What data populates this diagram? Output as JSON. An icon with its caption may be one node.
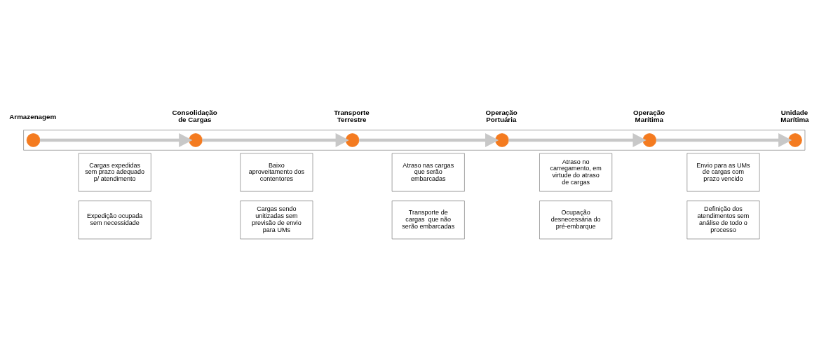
{
  "diagram": {
    "nodes": [
      {
        "text": [
          "Cargas expedidas sem prazo adequado p/ atendimento"
        ]
      },
      {
        "text": [
          "Baixo aproveitamento dos contentores"
        ]
      },
      {
        "text": [
          "Atraso nas cargas que serão embarcadas"
        ]
      },
      {
        "text": [
          "Atraso no carregamento, em virtude do atraso de cargas"
        ]
      },
      {
        "text": [
          "Envio para as UMs de cargas com prazo vencido"
        ]
      },
      {
        "text": [],
        "shape": "box"
      },
      {
        "text": [],
        "shape": "circle",
        "in": 5,
        "beside": [
          "Armazenagem"
        ]
      },
      {
        "text": [],
        "shape": "circle",
        "in": 5,
        "beside": [
          "Consolidação de Cargas"
        ]
      },
      {
        "text": [],
        "shape": "circle",
        "in": 5,
        "beside": [
          "Transporte Terrestre"
        ]
      },
      {
        "text": [],
        "shape": "circle",
        "in": 5,
        "beside": [
          "Operação Portuária"
        ]
      },
      {
        "text": [],
        "shape": "circle",
        "in": 5,
        "beside": [
          "Operação Marítima"
        ]
      },
      {
        "text": [],
        "shape": "circle",
        "in": 5,
        "beside": [
          "Unidade Marítima"
        ]
      },
      {
        "text": [
          "Expedição ocupada sem necessidade"
        ]
      },
      {
        "text": [
          "Cargas sendo unitizadas sem previsão de envio para UMs"
        ]
      },
      {
        "text": [
          "Transporte de cargas  que não serão embarcadas"
        ]
      },
      {
        "text": [
          "Ocupação desnecessária do pré-embarque"
        ]
      },
      {
        "text": [
          "Definição dos atendimentos sem análise de todo o processo"
        ]
      }
    ],
    "edges": [
      {
        "from": 6,
        "to": 7,
        "arrow": "to"
      },
      {
        "from": 7,
        "to": 8,
        "arrow": "to"
      },
      {
        "from": 8,
        "to": 9,
        "arrow": "to"
      },
      {
        "from": 9,
        "to": 10,
        "arrow": "to"
      },
      {
        "from": 10,
        "to": 11,
        "arrow": "to"
      }
    ]
  }
}
